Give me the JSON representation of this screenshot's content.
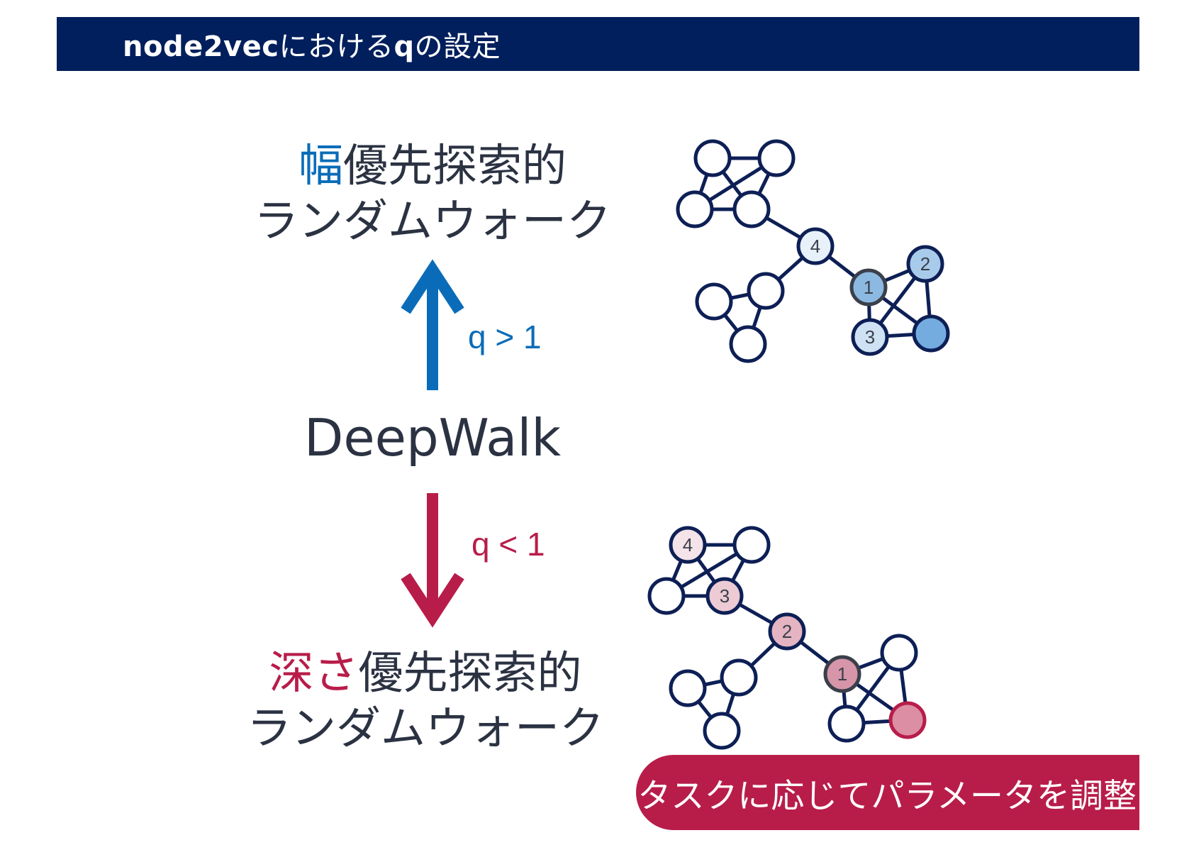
{
  "header": {
    "title_node2vec": "node2vec",
    "title_mid": "における",
    "title_q": "q",
    "title_tail": "の設定"
  },
  "bfs": {
    "accent": "幅",
    "rest": "優先探索的",
    "line2": "ランダムウォーク",
    "color": "#0a6cb8"
  },
  "dfs": {
    "accent": "深さ",
    "rest": "優先探索的",
    "line2": "ランダムウォーク",
    "color": "#b81d4a"
  },
  "center_label": "DeepWalk",
  "param_up": "q > 1",
  "param_down": "q < 1",
  "graph_top_labels": [
    "4",
    "1",
    "2",
    "3"
  ],
  "graph_bottom_labels": [
    "4",
    "3",
    "2",
    "1"
  ],
  "tagline": "タスクに応じてパラメータを調整",
  "colors": {
    "header_bg": "#001f5c",
    "node_stroke": "#0d1f55",
    "blue_accent": "#0a6cb8",
    "red_accent": "#b81d4a"
  }
}
